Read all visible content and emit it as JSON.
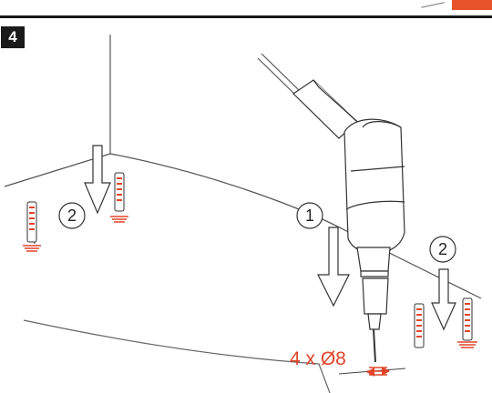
{
  "step": {
    "number": "4"
  },
  "callouts": {
    "step_one": "1",
    "step_two": "2"
  },
  "dimension": {
    "label": "4 x Ø8"
  },
  "colors": {
    "accent": "#e0452a",
    "ink": "#222222",
    "tab": "#e8532c"
  }
}
